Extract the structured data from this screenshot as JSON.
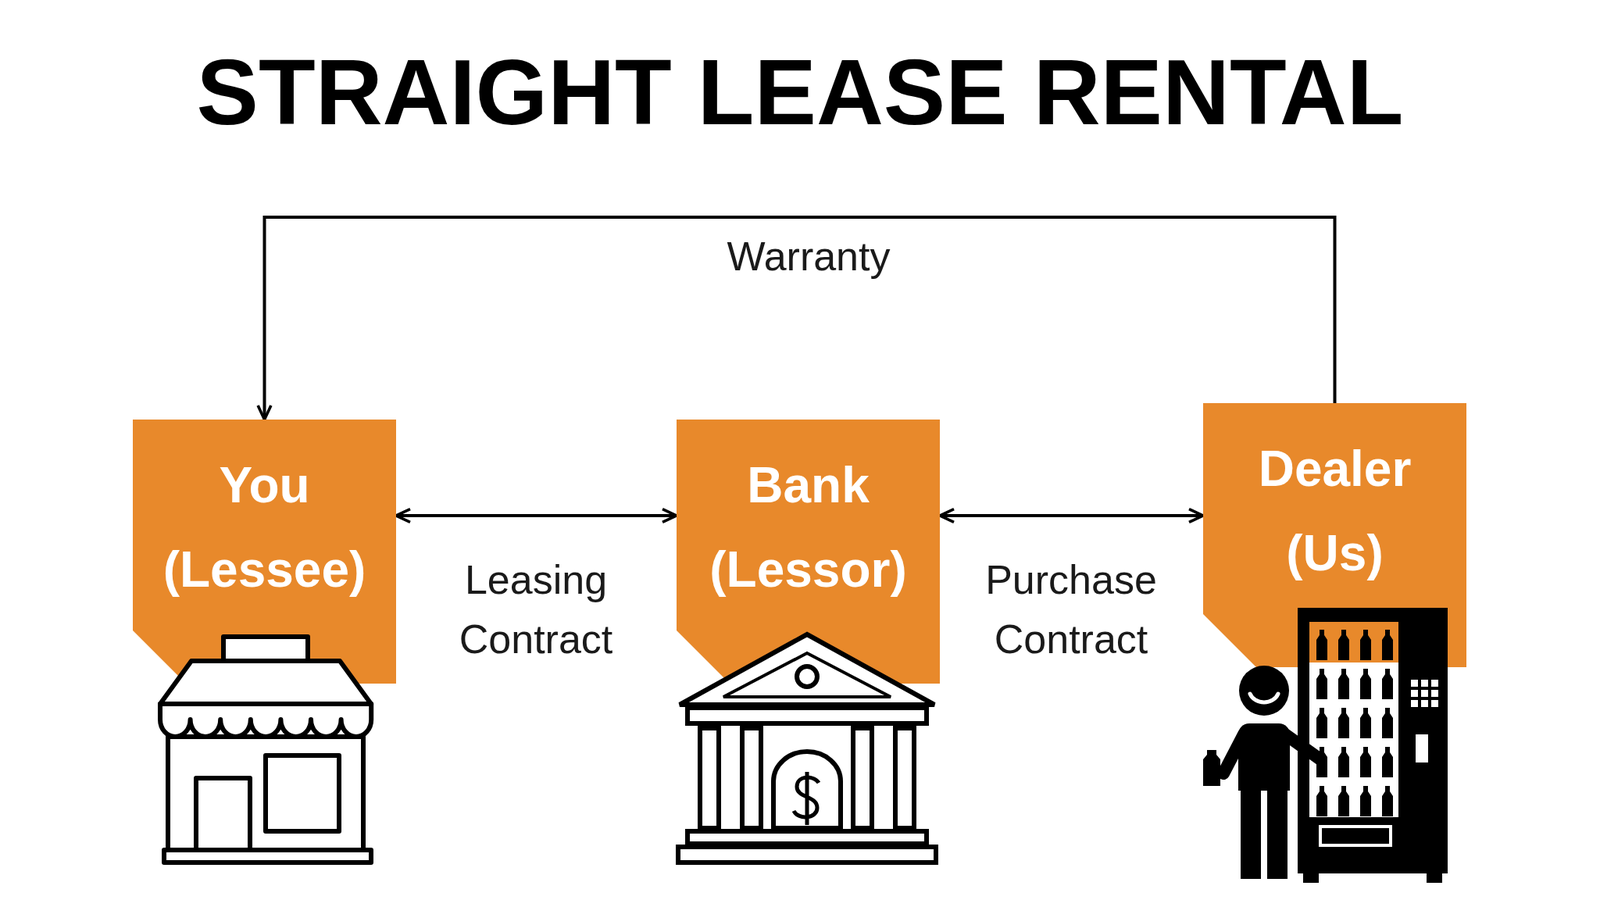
{
  "diagram": {
    "title": "STRAIGHT LEASE RENTAL",
    "nodes": [
      {
        "text": [
          "You (Lessee)"
        ]
      },
      {
        "text": [
          "Bank (Lessor)"
        ]
      },
      {
        "text": [
          "Dealer (Us)"
        ]
      }
    ],
    "edges": [
      {
        "from": 0,
        "to": 1,
        "label": "Leasing Contract",
        "arrow": "both"
      },
      {
        "from": 1,
        "to": 2,
        "label": "Purchase Contract",
        "arrow": "both"
      },
      {
        "from": 2,
        "to": 0,
        "label": "Warranty",
        "arrow": "to"
      }
    ]
  }
}
